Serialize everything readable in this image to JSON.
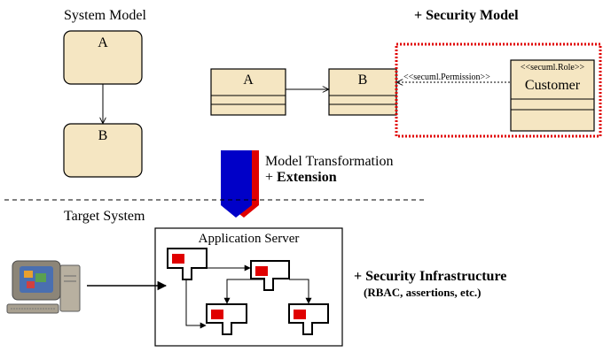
{
  "system_model": {
    "title": "System Model",
    "state_a": "A",
    "state_b": "B"
  },
  "security_model": {
    "title_plus": "+ ",
    "title_bold": "Security Model",
    "class_a": "A",
    "class_b": "B",
    "dependency_label": "<<secuml.Permission>>",
    "role_stereotype": "<<secuml.Role>>",
    "role_name": "Customer",
    "border_color": "#e00000"
  },
  "transformation": {
    "label_line1": "Model Transformation",
    "label_plus": "+ ",
    "label_bold": "Extension",
    "arrow_front_color": "#0000c8",
    "arrow_back_color": "#e00000"
  },
  "target_system": {
    "title": "Target System",
    "server_label": "Application Server",
    "client_icon": "desktop-computer-icon",
    "component_marker_color": "#e00000"
  },
  "security_infrastructure": {
    "title_plus": "+ ",
    "title_bold": "Security Infrastructure",
    "subtitle": "(RBAC, assertions, etc.)"
  },
  "colors": {
    "box_fill": "#f5e6c2",
    "line": "#000000"
  }
}
